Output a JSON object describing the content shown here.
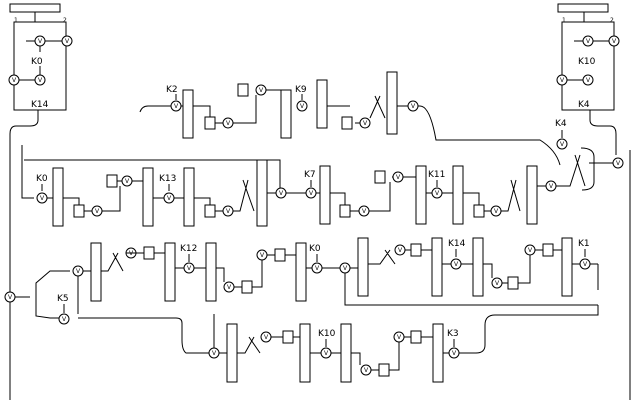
{
  "diagram": {
    "k_labels": [
      "K0",
      "K14",
      "K10",
      "K4",
      "K2",
      "K9",
      "K4",
      "K0",
      "K13",
      "K7",
      "K11",
      "K12",
      "K0",
      "K14",
      "K1",
      "K5",
      "K10",
      "K3"
    ],
    "pin_labels": [
      "1",
      "2",
      "1",
      "2"
    ],
    "unit_label": "V"
  }
}
